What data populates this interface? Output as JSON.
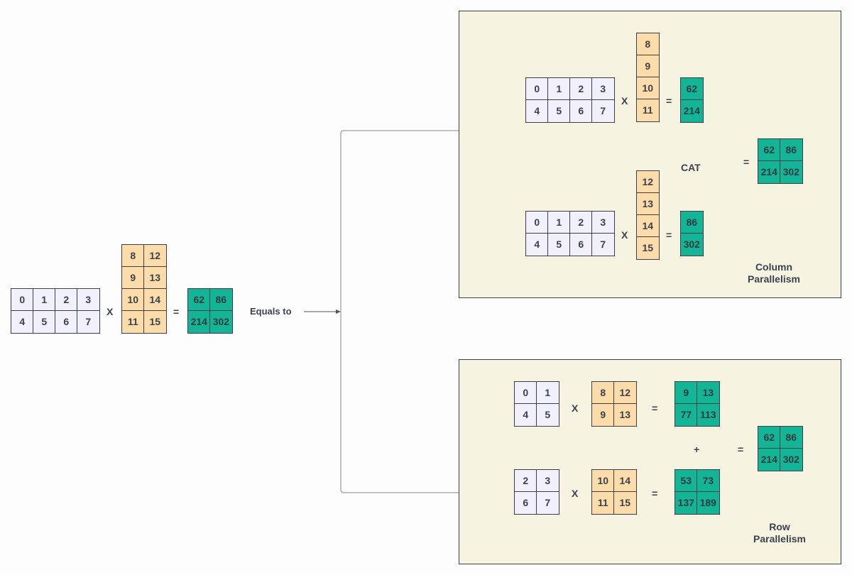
{
  "equals_to_label": "Equals to",
  "operators": {
    "times": "X",
    "equals": "=",
    "plus": "+"
  },
  "cat_label": "CAT",
  "column_panel_title": [
    "Column",
    "Parallelism"
  ],
  "row_panel_title": [
    "Row",
    "Parallelism"
  ],
  "main": {
    "A": [
      [
        "0",
        "1",
        "2",
        "3"
      ],
      [
        "4",
        "5",
        "6",
        "7"
      ]
    ],
    "B": [
      [
        "8",
        "12"
      ],
      [
        "9",
        "13"
      ],
      [
        "10",
        "14"
      ],
      [
        "11",
        "15"
      ]
    ],
    "C": [
      [
        "62",
        "86"
      ],
      [
        "214",
        "302"
      ]
    ]
  },
  "column_parallelism": {
    "top": {
      "A": [
        [
          "0",
          "1",
          "2",
          "3"
        ],
        [
          "4",
          "5",
          "6",
          "7"
        ]
      ],
      "B": [
        [
          "8"
        ],
        [
          "9"
        ],
        [
          "10"
        ],
        [
          "11"
        ]
      ],
      "C": [
        [
          "62"
        ],
        [
          "214"
        ]
      ]
    },
    "bottom": {
      "A": [
        [
          "0",
          "1",
          "2",
          "3"
        ],
        [
          "4",
          "5",
          "6",
          "7"
        ]
      ],
      "B": [
        [
          "12"
        ],
        [
          "13"
        ],
        [
          "14"
        ],
        [
          "15"
        ]
      ],
      "C": [
        [
          "86"
        ],
        [
          "302"
        ]
      ]
    },
    "result": [
      [
        "62",
        "86"
      ],
      [
        "214",
        "302"
      ]
    ]
  },
  "row_parallelism": {
    "top": {
      "A": [
        [
          "0",
          "1"
        ],
        [
          "4",
          "5"
        ]
      ],
      "B": [
        [
          "8",
          "12"
        ],
        [
          "9",
          "13"
        ]
      ],
      "C": [
        [
          "9",
          "13"
        ],
        [
          "77",
          "113"
        ]
      ]
    },
    "bottom": {
      "A": [
        [
          "2",
          "3"
        ],
        [
          "6",
          "7"
        ]
      ],
      "B": [
        [
          "10",
          "14"
        ],
        [
          "11",
          "15"
        ]
      ],
      "C": [
        [
          "53",
          "73"
        ],
        [
          "137",
          "189"
        ]
      ]
    },
    "result": [
      [
        "62",
        "86"
      ],
      [
        "214",
        "302"
      ]
    ]
  }
}
